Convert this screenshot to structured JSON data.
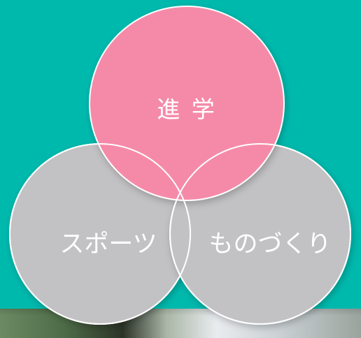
{
  "colors": {
    "background": "#00b9ad",
    "highlight_circle": "#f58aa8",
    "circle": "#c2c2c4",
    "outline": "#ffffff",
    "label": "#ffffff"
  },
  "venn": {
    "top": {
      "label": "進 学"
    },
    "left": {
      "label": "スポーツ"
    },
    "right": {
      "label": "ものづくり"
    }
  }
}
